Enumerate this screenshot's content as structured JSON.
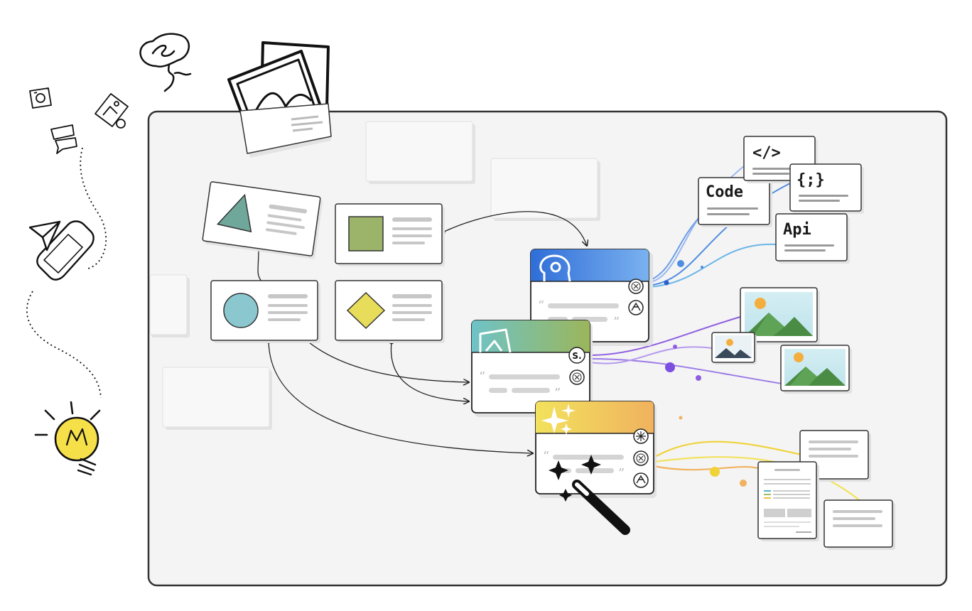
{
  "cards": {
    "code": "Code",
    "html_tag": "</>",
    "braces": "{;}",
    "api": "Api",
    "service_badge": "S."
  },
  "colors": {
    "board_bg": "#f4f4f4",
    "outline": "#222222",
    "teal": "#6fa89b",
    "olive": "#9cb46a",
    "sky": "#8ac7cf",
    "lemon": "#e7dd5a",
    "blue_flow": "#4f8de0",
    "purple_flow": "#8e5ee0",
    "yellow_flow": "#f0d23a",
    "bulb": "#f6e04a"
  }
}
